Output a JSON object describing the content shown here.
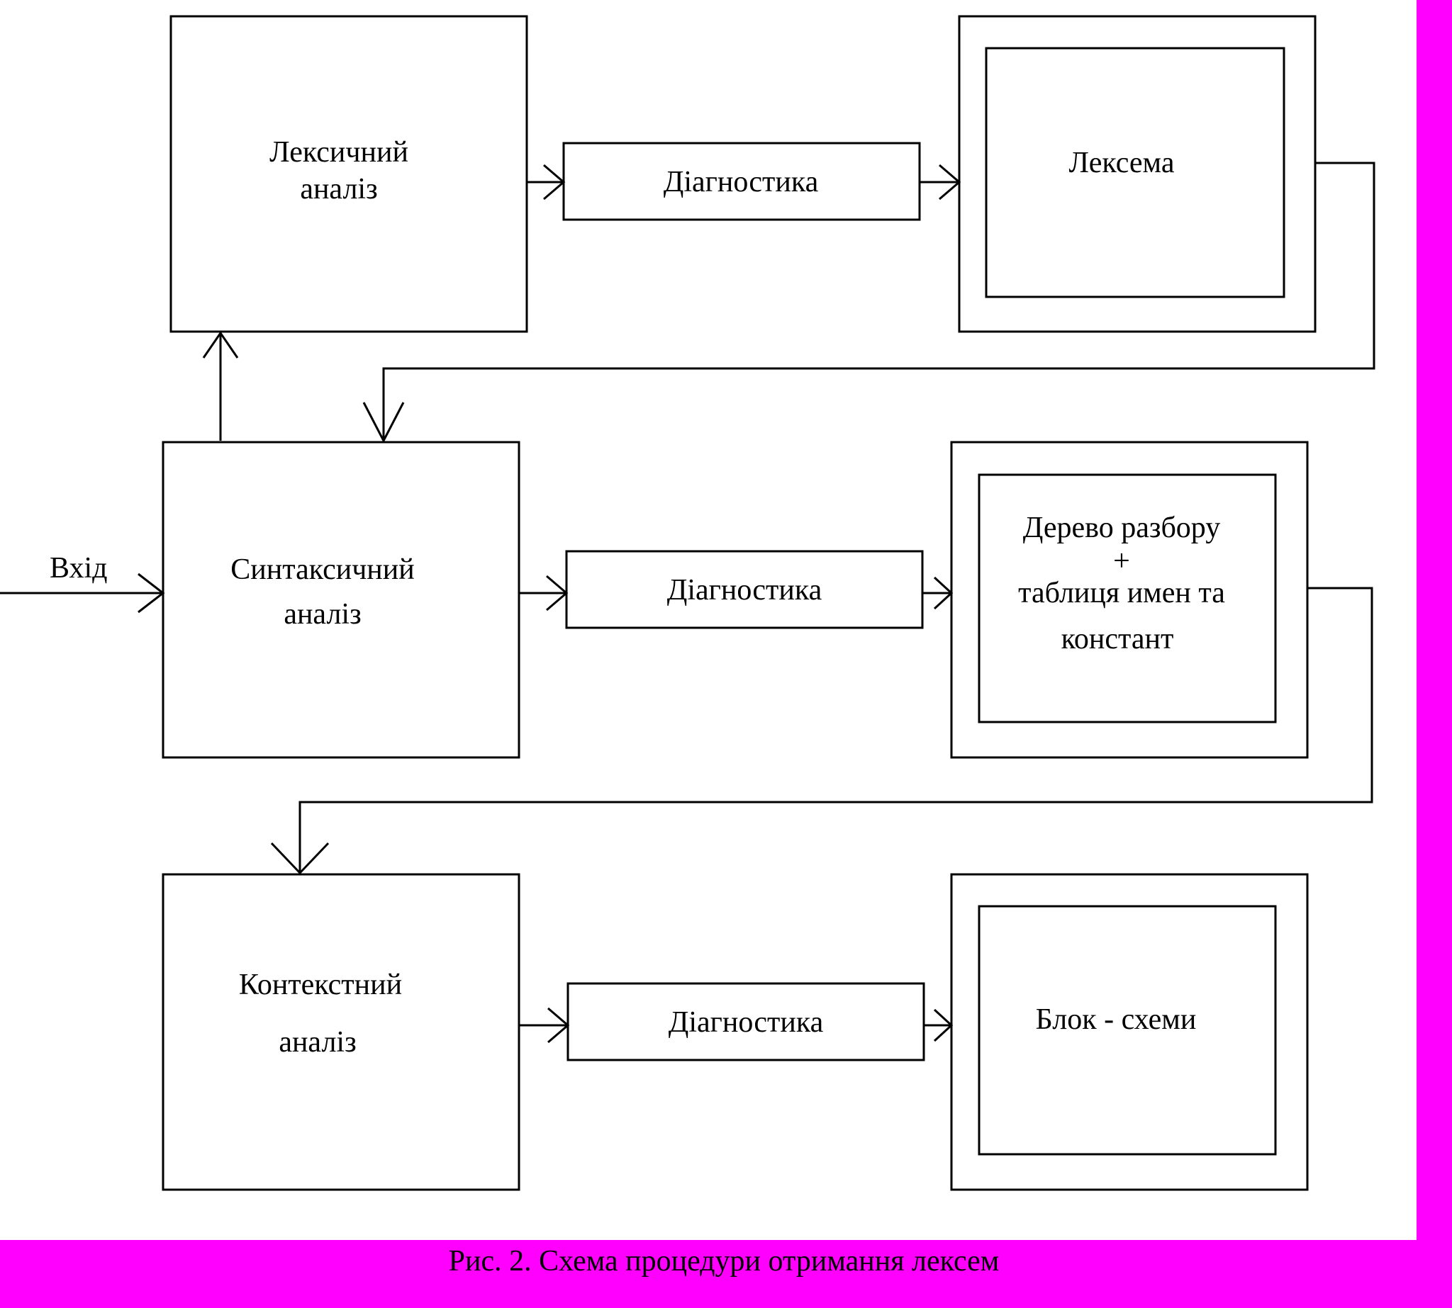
{
  "colors": {
    "background": "#ff00ff",
    "panel": "#ffffff",
    "ink": "#000000"
  },
  "input_label": "Вхід",
  "blocks": {
    "lexical": {
      "line1": "Лексичний",
      "line2": "аналіз"
    },
    "syntactic": {
      "line1": "Синтаксичний",
      "line2": "аналіз"
    },
    "context": {
      "line1": "Контекстний",
      "line2": "аналіз"
    }
  },
  "diagnostics": {
    "d1": "Діагностика",
    "d2": "Діагностика",
    "d3": "Діагностика"
  },
  "outputs": {
    "lexeme": "Лексема",
    "parse_tree": {
      "line1": "Дерево разбору",
      "line2": "+",
      "line3": "таблиця имен та",
      "line4": "констант"
    },
    "flowcharts": "Блок - схеми"
  },
  "caption": "Рис. 2. Схема процедури отримання лексем"
}
